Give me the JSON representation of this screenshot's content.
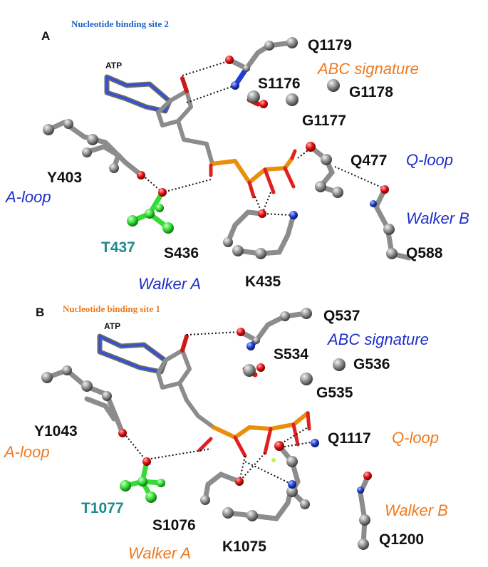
{
  "colors": {
    "carbon": "#8c8c8c",
    "oxygen": "#e01010",
    "nitrogen": "#2040d0",
    "phosphorus": "#e8900c",
    "threonine": "#33dd33",
    "blue_label": "#1e2fc8",
    "orange_label": "#f07a1e",
    "teal_label": "#1f8c8c",
    "site2_title": "#1f5fc4",
    "site1_title": "#f07a1e"
  },
  "panel_a": {
    "letter": "A",
    "title": "Nucleotide binding site 2",
    "ligand": "ATP",
    "residues": {
      "q1179": "Q1179",
      "s1176": "S1176",
      "g1178": "G1178",
      "g1177": "G1177",
      "y403": "Y403",
      "q477": "Q477",
      "t437": "T437",
      "s436": "S436",
      "q588": "Q588",
      "k435": "K435"
    },
    "motifs": {
      "abc_signature": "ABC signature",
      "q_loop": "Q-loop",
      "a_loop": "A-loop",
      "walker_b": "Walker B",
      "walker_a": "Walker A"
    }
  },
  "panel_b": {
    "letter": "B",
    "title": "Nucleotide binding site 1",
    "ligand": "ATP",
    "residues": {
      "q537": "Q537",
      "s534": "S534",
      "g536": "G536",
      "g535": "G535",
      "y1043": "Y1043",
      "q1117": "Q1117",
      "t1077": "T1077",
      "s1076": "S1076",
      "q1200": "Q1200",
      "k1075": "K1075"
    },
    "motifs": {
      "abc_signature": "ABC signature",
      "q_loop": "Q-loop",
      "a_loop": "A-loop",
      "walker_b": "Walker B",
      "walker_a": "Walker A"
    }
  }
}
